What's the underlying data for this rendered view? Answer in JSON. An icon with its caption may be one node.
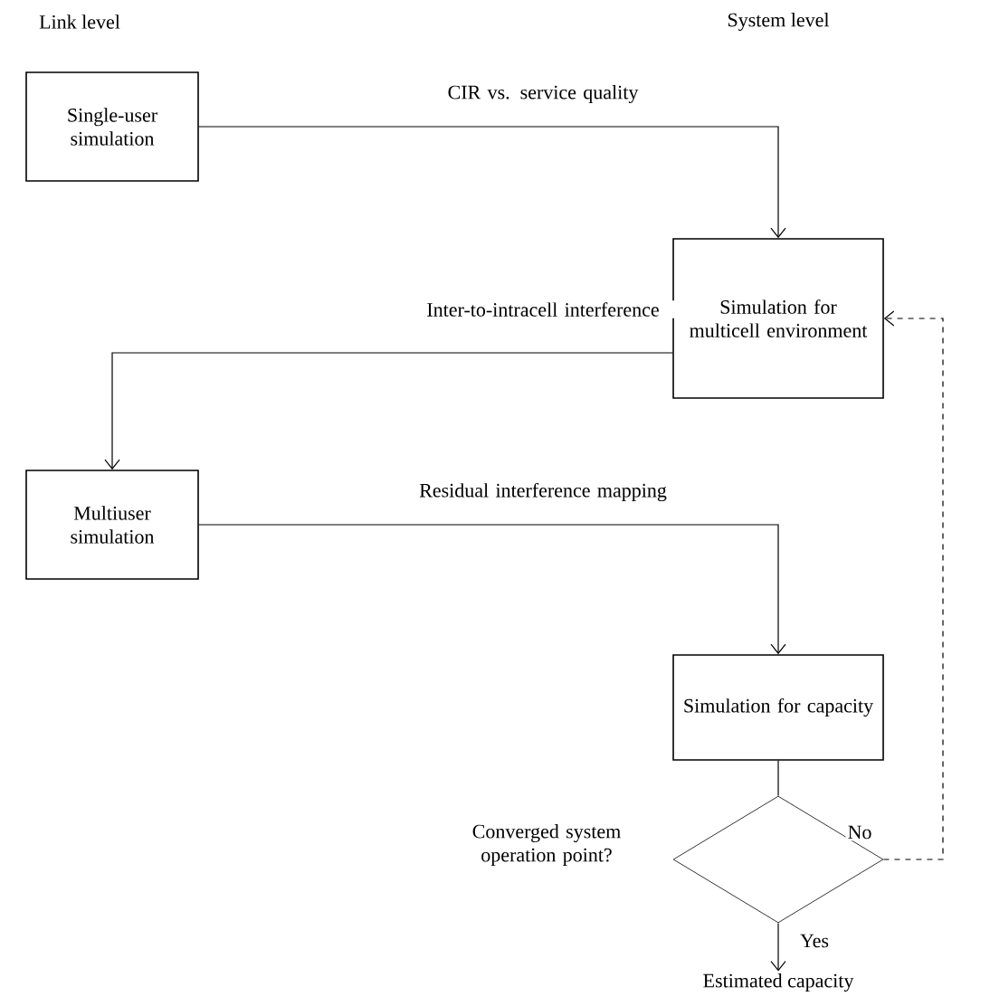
{
  "diagram": {
    "nodes": [
      {
        "text": [
          "Single-user simulation"
        ]
      },
      {
        "text": [
          "Simulation for multicell environment"
        ]
      },
      {
        "text": [
          "Multiuser simulation"
        ]
      },
      {
        "text": [
          "Simulation for capacity"
        ]
      },
      {
        "text": [],
        "shape": "diamond",
        "beside": [
          "Converged system operation point?"
        ]
      },
      {
        "text": [
          "Estimated capacity"
        ]
      }
    ],
    "edges": [
      {
        "from": 0,
        "to": 1,
        "arrow": "to",
        "label": "CIR vs. service quality"
      },
      {
        "from": 1,
        "to": 2,
        "arrow": "to",
        "label": "Inter-to-intracell interference"
      },
      {
        "from": 2,
        "to": 3,
        "arrow": "to",
        "label": "Residual interference mapping"
      },
      {
        "from": 3,
        "to": 4,
        "arrow": "none"
      },
      {
        "from": 4,
        "to": 5,
        "arrow": "to",
        "label": "Yes"
      },
      {
        "from": 4,
        "to": 1,
        "arrow": "to",
        "label": "No",
        "style": "dashed"
      }
    ],
    "labels": [
      "Link level",
      "System level"
    ]
  }
}
